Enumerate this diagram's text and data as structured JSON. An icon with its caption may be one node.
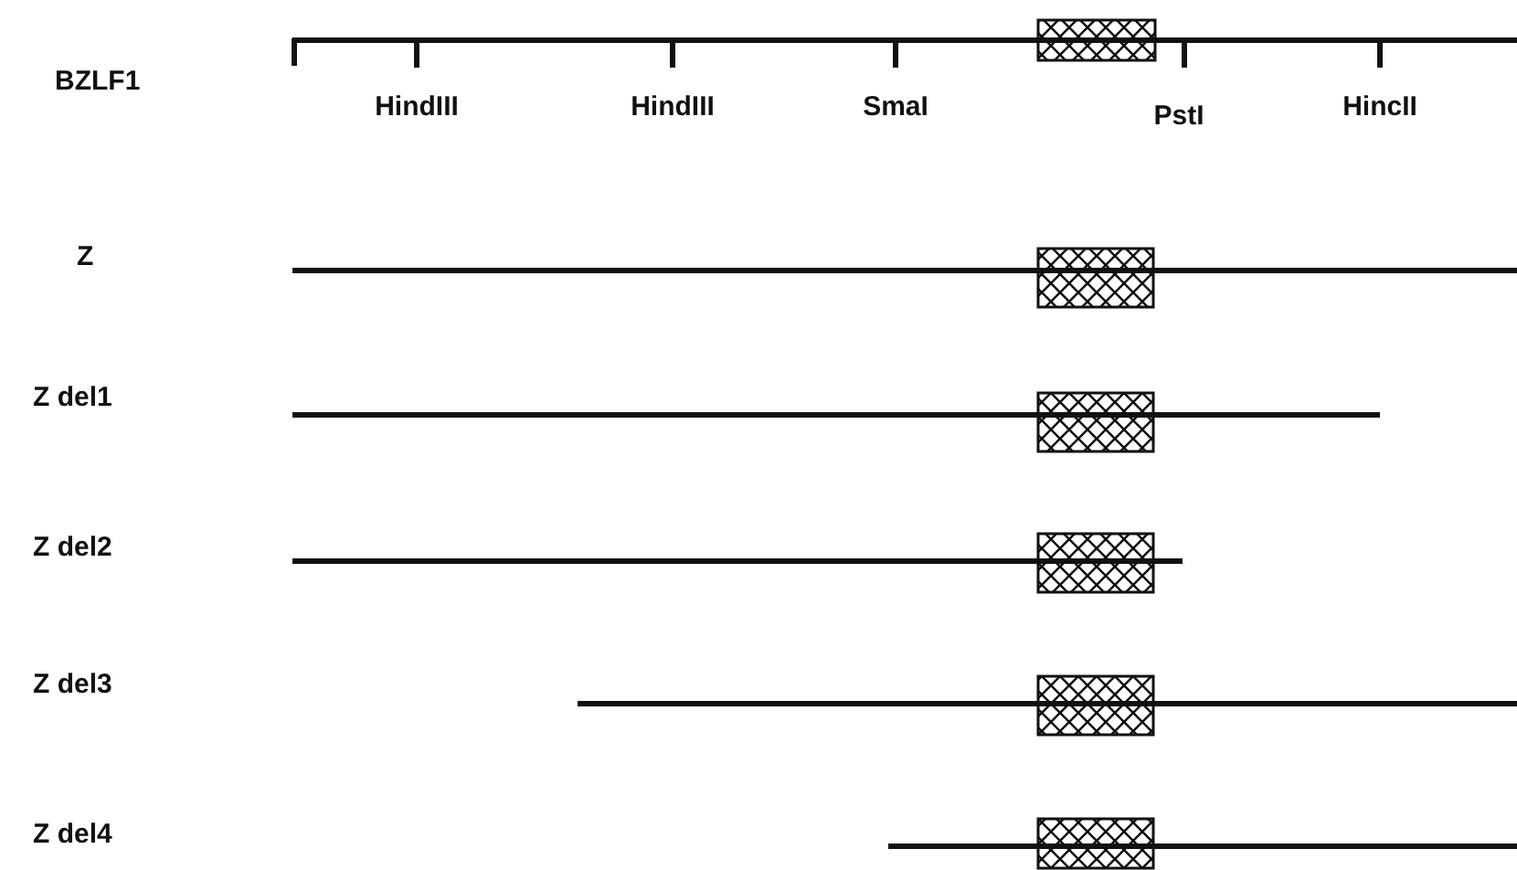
{
  "diagram": {
    "labels": [
      "BZLF1",
      "HindIII",
      "HindIII",
      "SmaI",
      "PstI",
      "HincII",
      "Z",
      "Z del1",
      "Z del2",
      "Z del3",
      "Z del4"
    ]
  }
}
